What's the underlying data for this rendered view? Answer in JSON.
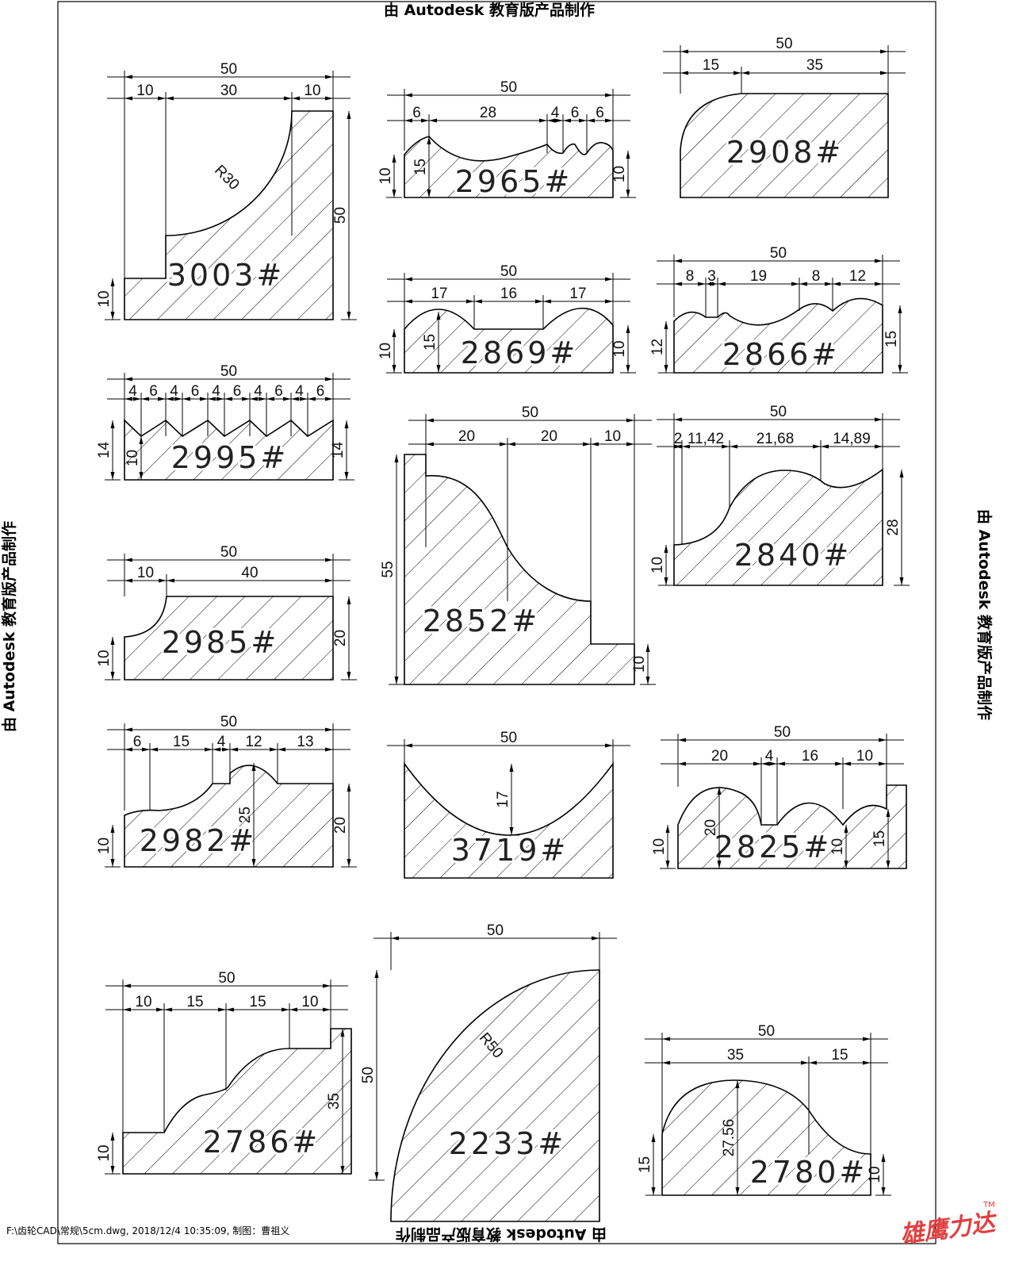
{
  "watermark": "由 Autodesk 教育版产品制作",
  "footer": "F:\\齿轮CAD\\常规\\5cm.dwg, 2018/12/4 10:35:09, 制图：曹祖义",
  "logo": {
    "text": "雄鹰力达",
    "tm": "TM",
    "color": "#e04040"
  },
  "profiles": [
    {
      "label": "3003#",
      "dims": [
        "50",
        "10",
        "30",
        "10",
        "50",
        "10",
        "R30"
      ]
    },
    {
      "label": "2965#",
      "dims": [
        "50",
        "6",
        "28",
        "4",
        "6",
        "6",
        "15",
        "10",
        "10"
      ]
    },
    {
      "label": "2908#",
      "dims": [
        "50",
        "15",
        "35"
      ]
    },
    {
      "label": "2869#",
      "dims": [
        "50",
        "17",
        "16",
        "17",
        "15",
        "10",
        "10"
      ]
    },
    {
      "label": "2866#",
      "dims": [
        "50",
        "8",
        "3",
        "19",
        "8",
        "12",
        "12",
        "15"
      ]
    },
    {
      "label": "2995#",
      "dims": [
        "50",
        "4",
        "6",
        "4",
        "6",
        "4",
        "6",
        "4",
        "6",
        "4",
        "6",
        "14",
        "14",
        "10"
      ]
    },
    {
      "label": "2852#",
      "dims": [
        "50",
        "20",
        "20",
        "10",
        "55",
        "10"
      ]
    },
    {
      "label": "2840#",
      "dims": [
        "50",
        "2",
        "11,42",
        "21,68",
        "14,89",
        "28",
        "10"
      ]
    },
    {
      "label": "2985#",
      "dims": [
        "50",
        "10",
        "40",
        "20",
        "10"
      ]
    },
    {
      "label": "2982#",
      "dims": [
        "50",
        "6",
        "15",
        "4",
        "12",
        "13",
        "25",
        "20",
        "10"
      ]
    },
    {
      "label": "3719#",
      "dims": [
        "50",
        "17"
      ]
    },
    {
      "label": "2825#",
      "dims": [
        "50",
        "20",
        "4",
        "16",
        "10",
        "20",
        "10",
        "10",
        "15"
      ]
    },
    {
      "label": "2786#",
      "dims": [
        "50",
        "10",
        "15",
        "15",
        "10",
        "35",
        "10"
      ]
    },
    {
      "label": "2233#",
      "dims": [
        "50",
        "50",
        "R50"
      ]
    },
    {
      "label": "2780#",
      "dims": [
        "50",
        "35",
        "15",
        "27.56",
        "15",
        "10"
      ]
    }
  ]
}
